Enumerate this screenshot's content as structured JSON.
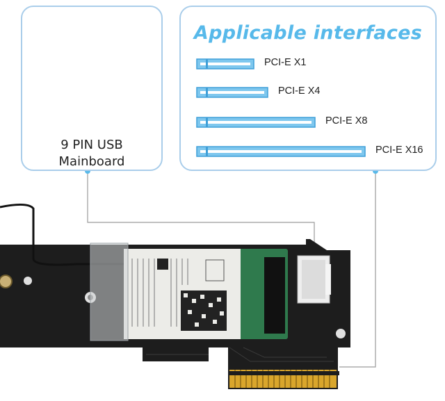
{
  "cable_panel": {
    "line1": "9 PIN USB",
    "line2": "Mainboard"
  },
  "interfaces_panel": {
    "title": "Applicable interfaces",
    "slots": [
      {
        "label": "PCI-E X1"
      },
      {
        "label": "PCI-E X4"
      },
      {
        "label": "PCI-E X8"
      },
      {
        "label": "PCI-E X16"
      }
    ]
  },
  "colors": {
    "accent": "#57b9ea",
    "panel_border": "#a9cdea",
    "board": "#1d1d1d",
    "card_green": "#2f7a4d",
    "gold": "#d9a62c"
  }
}
